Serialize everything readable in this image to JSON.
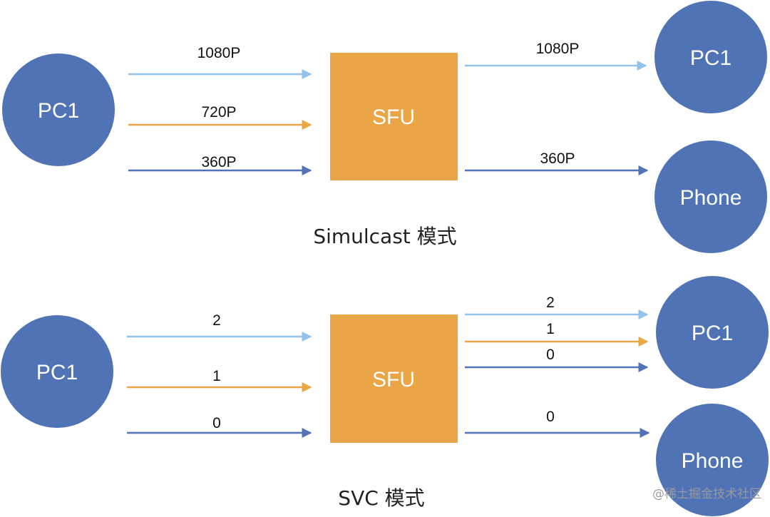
{
  "colors": {
    "node_fill": "#4f73b5",
    "sfu_fill": "#eaa547",
    "arrow_light": "#93c3ea",
    "arrow_orange": "#eaa547",
    "arrow_dark": "#4f73b5"
  },
  "simulcast": {
    "caption": "Simulcast 模式",
    "sender": "PC1",
    "sfu": "SFU",
    "receivers": [
      "PC1",
      "Phone"
    ],
    "inputs": [
      "1080P",
      "720P",
      "360P"
    ],
    "outputs": [
      "1080P",
      "360P"
    ]
  },
  "svc": {
    "caption": "SVC 模式",
    "sender": "PC1",
    "sfu": "SFU",
    "receivers": [
      "PC1",
      "Phone"
    ],
    "inputs": [
      "2",
      "1",
      "0"
    ],
    "outputs_pc1": [
      "2",
      "1",
      "0"
    ],
    "output_phone": "0"
  },
  "watermark": "@稀土掘金技术社区"
}
